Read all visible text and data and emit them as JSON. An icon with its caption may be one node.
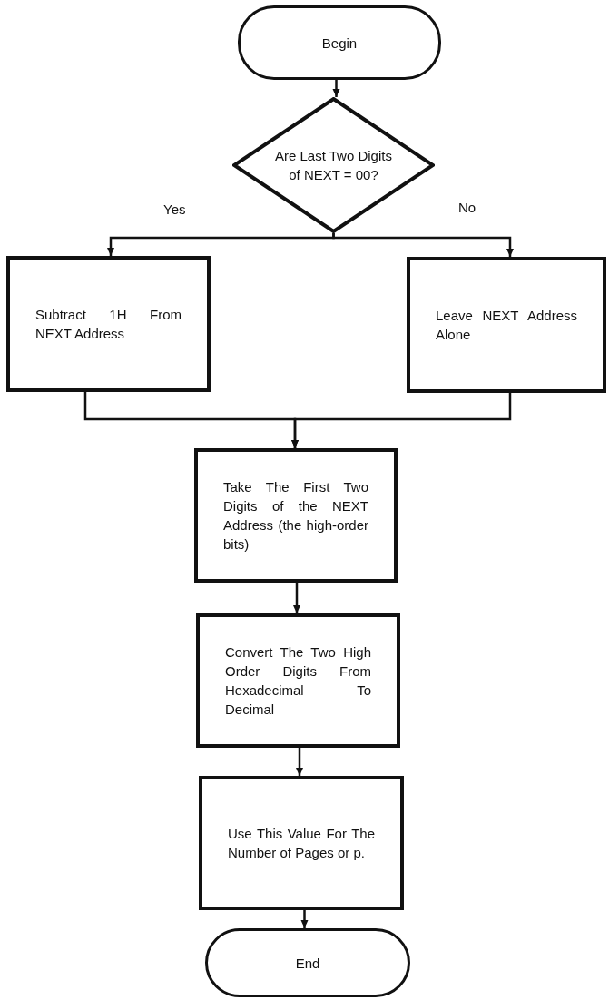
{
  "diagram": {
    "nodes": [
      {
        "text": [
          "Begin"
        ]
      },
      {
        "text": [
          "Are Last Two Digits of NEXT = 00?"
        ]
      },
      {
        "text": [
          "Subtract 1H From NEXT Address"
        ]
      },
      {
        "text": [
          "Leave NEXT Address Alone"
        ]
      },
      {
        "text": [
          "Take The First Two Digits of the NEXT Address (the high-order bits)"
        ]
      },
      {
        "text": [
          "Convert The Two High Order Digits From Hexadecimal To Decimal"
        ]
      },
      {
        "text": [
          "Use This Value For The Number of Pages or p."
        ]
      },
      {
        "text": [
          "End"
        ]
      }
    ],
    "edges": [
      {
        "from": 0,
        "to": 1,
        "arrow": "to"
      },
      {
        "from": 1,
        "to": 2,
        "arrow": "to",
        "label": "Yes"
      },
      {
        "from": 1,
        "to": 3,
        "arrow": "to",
        "label": "No"
      },
      {
        "from": 2,
        "to": 4,
        "arrow": "to"
      },
      {
        "from": 3,
        "to": 4,
        "arrow": "to"
      },
      {
        "from": 4,
        "to": 5,
        "arrow": "to"
      },
      {
        "from": 5,
        "to": 6,
        "arrow": "to"
      },
      {
        "from": 6,
        "to": 7,
        "arrow": "to"
      }
    ]
  }
}
